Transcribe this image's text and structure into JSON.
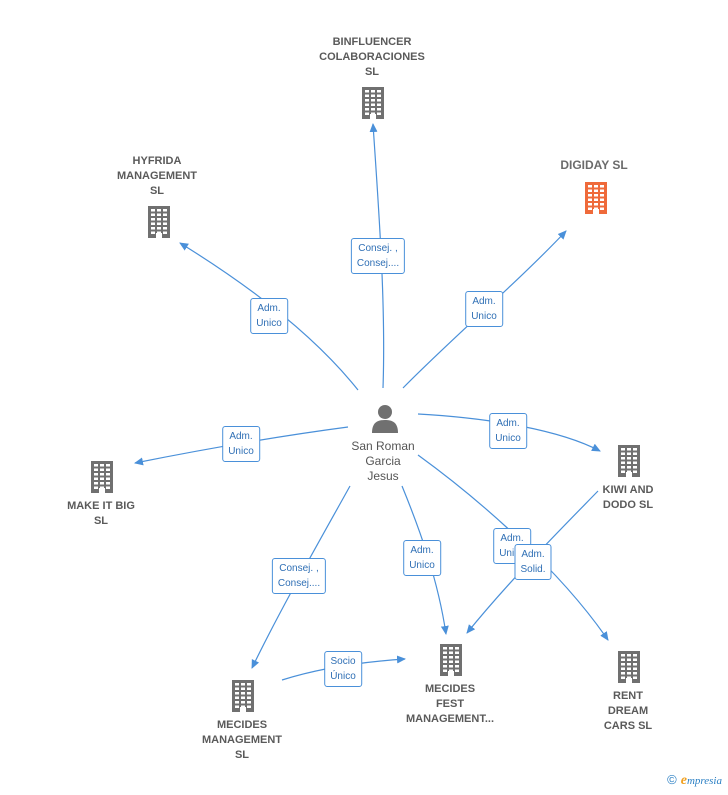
{
  "colors": {
    "edge": "#4a90d9",
    "building": "#707070",
    "building_highlight": "#ef6a3a",
    "person": "#707070",
    "label_text": "#5a5a5a",
    "edge_label_text": "#2f6fb5"
  },
  "person": {
    "name_lines": [
      "San Roman",
      "Garcia",
      "Jesus"
    ],
    "icon": "person-icon"
  },
  "companies": [
    {
      "id": "binfluencer",
      "lines": [
        "BINFLUENCER",
        "COLABORACIONES",
        "SL"
      ],
      "icon": "building-icon",
      "highlight": false
    },
    {
      "id": "hyfrida",
      "lines": [
        "HYFRIDA",
        "MANAGEMENT",
        "SL"
      ],
      "icon": "building-icon",
      "highlight": false
    },
    {
      "id": "digiday",
      "lines": [
        "DIGIDAY  SL"
      ],
      "icon": "building-icon",
      "highlight": true
    },
    {
      "id": "make-it-big",
      "lines": [
        "MAKE IT BIG",
        "SL"
      ],
      "icon": "building-icon",
      "highlight": false
    },
    {
      "id": "kiwi-and-dodo",
      "lines": [
        "KIWI AND",
        "DODO  SL"
      ],
      "icon": "building-icon",
      "highlight": false
    },
    {
      "id": "mecides-management",
      "lines": [
        "MECIDES",
        "MANAGEMENT",
        "SL"
      ],
      "icon": "building-icon",
      "highlight": false
    },
    {
      "id": "mecides-fest",
      "lines": [
        "MECIDES",
        "FEST",
        "MANAGEMENT..."
      ],
      "icon": "building-icon",
      "highlight": false
    },
    {
      "id": "rent-dream-cars",
      "lines": [
        "RENT",
        "DREAM",
        "CARS  SL"
      ],
      "icon": "building-icon",
      "highlight": false
    }
  ],
  "relations": [
    {
      "id": "rel-binfluencer",
      "lines": [
        "Consej. ,",
        "Consej...."
      ]
    },
    {
      "id": "rel-hyfrida",
      "lines": [
        "Adm.",
        "Unico"
      ]
    },
    {
      "id": "rel-digiday",
      "lines": [
        "Adm.",
        "Unico"
      ]
    },
    {
      "id": "rel-make-it-big",
      "lines": [
        "Adm.",
        "Unico"
      ]
    },
    {
      "id": "rel-kiwi",
      "lines": [
        "Adm.",
        "Unico"
      ]
    },
    {
      "id": "rel-mecides-management",
      "lines": [
        "Consej. ,",
        "Consej...."
      ]
    },
    {
      "id": "rel-mecides-fest",
      "lines": [
        "Adm.",
        "Unico"
      ]
    },
    {
      "id": "rel-rent-dream",
      "lines": [
        "Adm.",
        "Unico"
      ]
    },
    {
      "id": "rel-kiwi-solid",
      "lines": [
        "Adm.",
        "Solid."
      ]
    },
    {
      "id": "rel-socio-unico",
      "lines": [
        "Socio",
        "Único"
      ]
    }
  ],
  "watermark": {
    "copyright": "©",
    "brand_initial": "e",
    "brand_rest": "mpresia"
  }
}
